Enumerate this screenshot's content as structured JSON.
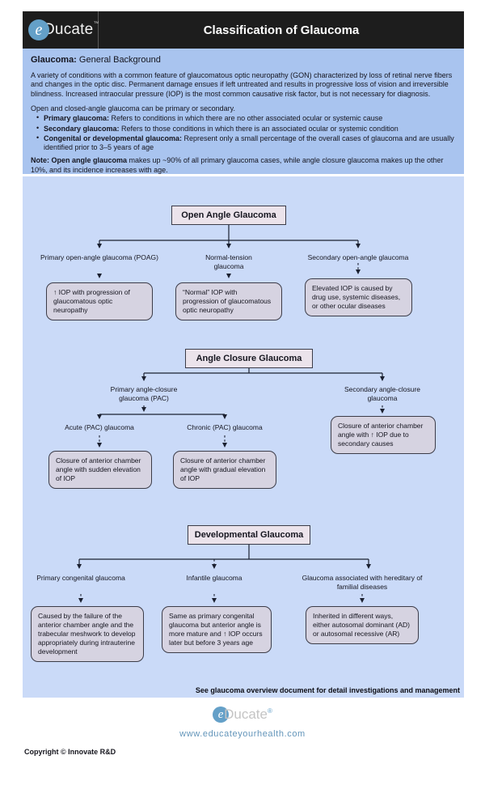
{
  "header": {
    "logo_e": "e",
    "logo_rest": "Ducate",
    "logo_tm": "™",
    "title": "Classification of Glaucoma"
  },
  "background": {
    "heading_b": "Glaucoma:",
    "heading_t": " General Background",
    "para1": "A variety of conditions with a common feature of glaucomatous optic neuropathy (GON) characterized by loss of retinal nerve fibers and changes in the optic disc. Permanent damage ensues if left untreated and results in progressive loss of vision and irreversible blindness. Increased intraocular pressure (IOP) is the most common causative risk factor, but is not necessary for diagnosis.",
    "para2": "Open and closed-angle glaucoma can be primary or secondary.",
    "bullets": [
      {
        "b": "Primary glaucoma:",
        "t": " Refers to conditions in which there are no other associated ocular or systemic cause"
      },
      {
        "b": "Secondary glaucoma:",
        "t": " Refers to those conditions in which there is an associated ocular or systemic condition"
      },
      {
        "b": "Congenital or developmental glaucoma:",
        "t": " Represent only a small percentage of the overall cases of glaucoma and are usually identified prior to 3–5 years of age"
      }
    ],
    "note_b": "Note: Open angle glaucoma",
    "note_t": " makes up ~90% of all primary glaucoma cases, while angle closure glaucoma makes up the other 10%, and its incidence increases with age."
  },
  "flowchart": {
    "sections": [
      {
        "title": "Open Angle Glaucoma",
        "branches": [
          {
            "label": "Primary open-angle glaucoma (POAG)",
            "desc": "↑ IOP with progression of glaucomatous optic neuropathy"
          },
          {
            "label": "Normal-tension glaucoma",
            "desc": "“Normal” IOP with progression of glaucomatous optic neuropathy"
          },
          {
            "label": "Secondary open-angle glaucoma",
            "desc": "Elevated IOP is caused by drug use, systemic diseases, or other ocular diseases"
          }
        ]
      },
      {
        "title": "Angle Closure Glaucoma",
        "branches": [
          {
            "label": "Primary angle-closure glaucoma (PAC)",
            "children": [
              {
                "label": "Acute (PAC) glaucoma",
                "desc": "Closure of anterior chamber angle with sudden elevation of IOP"
              },
              {
                "label": "Chronic (PAC) glaucoma",
                "desc": "Closure of anterior chamber angle with gradual elevation of IOP"
              }
            ]
          },
          {
            "label": "Secondary angle-closure glaucoma",
            "desc": "Closure of anterior chamber angle with ↑ IOP due to secondary causes"
          }
        ]
      },
      {
        "title": "Developmental Glaucoma",
        "branches": [
          {
            "label": "Primary congenital glaucoma",
            "desc": "Caused by the failure of the anterior chamber angle and the trabecular meshwork to develop appropriately during intrauterine development"
          },
          {
            "label": "Infantile glaucoma",
            "desc": "Same as primary congenital glaucoma but anterior angle is more mature and ↑ IOP occurs later but before 3 years age"
          },
          {
            "label": "Glaucoma associated with hereditary of familial diseases",
            "desc": "Inherited in different ways, either autosomal dominant (AD) or autosomal recessive (AR)"
          }
        ]
      }
    ],
    "footnote": "See glaucoma overview document for detail investigations and management"
  },
  "footer": {
    "logo_e": "e",
    "logo_rest": "Ducate",
    "logo_reg": "®",
    "url": "www.educateyourhealth.com",
    "copyright": "Copyright © Innovate R&D"
  },
  "colors": {
    "header_bg": "#1d1d1d",
    "info_panel_bg": "#a9c4ef",
    "flow_panel_bg": "#cadaf8",
    "section_box_bg": "#ebe3eb",
    "desc_box_bg": "#d6d3e1",
    "brand_blue": "#64a0c8",
    "link_blue": "#6395ba"
  }
}
